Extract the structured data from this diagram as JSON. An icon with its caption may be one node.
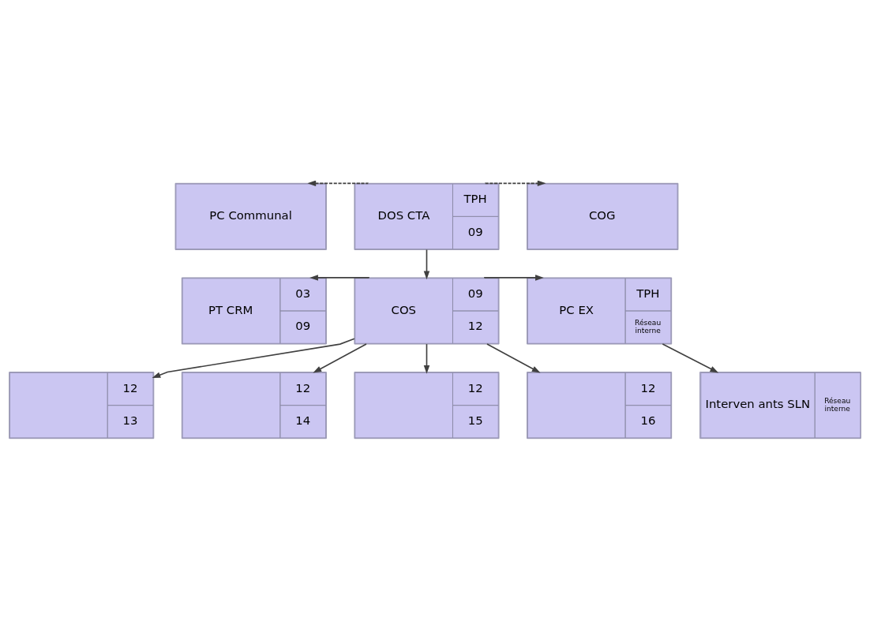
{
  "diagram": {
    "nodes": [
      {
        "text": [
          "PC Communal"
        ]
      },
      {
        "text": [
          "DOS CTA",
          "TPH",
          "09"
        ]
      },
      {
        "text": [
          "COG"
        ]
      },
      {
        "text": [
          "PT CRM",
          "03",
          "09"
        ]
      },
      {
        "text": [
          "COS",
          "09",
          "12"
        ]
      },
      {
        "text": [
          "PC EX",
          "TPH",
          "Réseau interne"
        ]
      },
      {
        "text": [
          "Interven ants SLN",
          "Réseau interne"
        ]
      },
      {
        "text": [
          "12",
          "13"
        ]
      },
      {
        "text": [
          "12",
          "14"
        ]
      },
      {
        "text": [
          "12",
          "15"
        ]
      },
      {
        "text": [
          "12",
          "16"
        ]
      }
    ],
    "edges": [
      {
        "from": 1,
        "to": 0,
        "arrow": "to",
        "style": "dashed"
      },
      {
        "from": 1,
        "to": 2,
        "arrow": "to",
        "style": "dashed"
      },
      {
        "from": 1,
        "to": 4,
        "arrow": "to"
      },
      {
        "from": 4,
        "to": 3,
        "arrow": "to"
      },
      {
        "from": 4,
        "to": 5,
        "arrow": "to"
      },
      {
        "from": 5,
        "to": 6,
        "arrow": "to"
      },
      {
        "from": 4,
        "to": 7,
        "arrow": "to"
      },
      {
        "from": 4,
        "to": 8,
        "arrow": "to"
      },
      {
        "from": 4,
        "to": 9,
        "arrow": "to"
      },
      {
        "from": 4,
        "to": 10,
        "arrow": "to"
      }
    ]
  }
}
